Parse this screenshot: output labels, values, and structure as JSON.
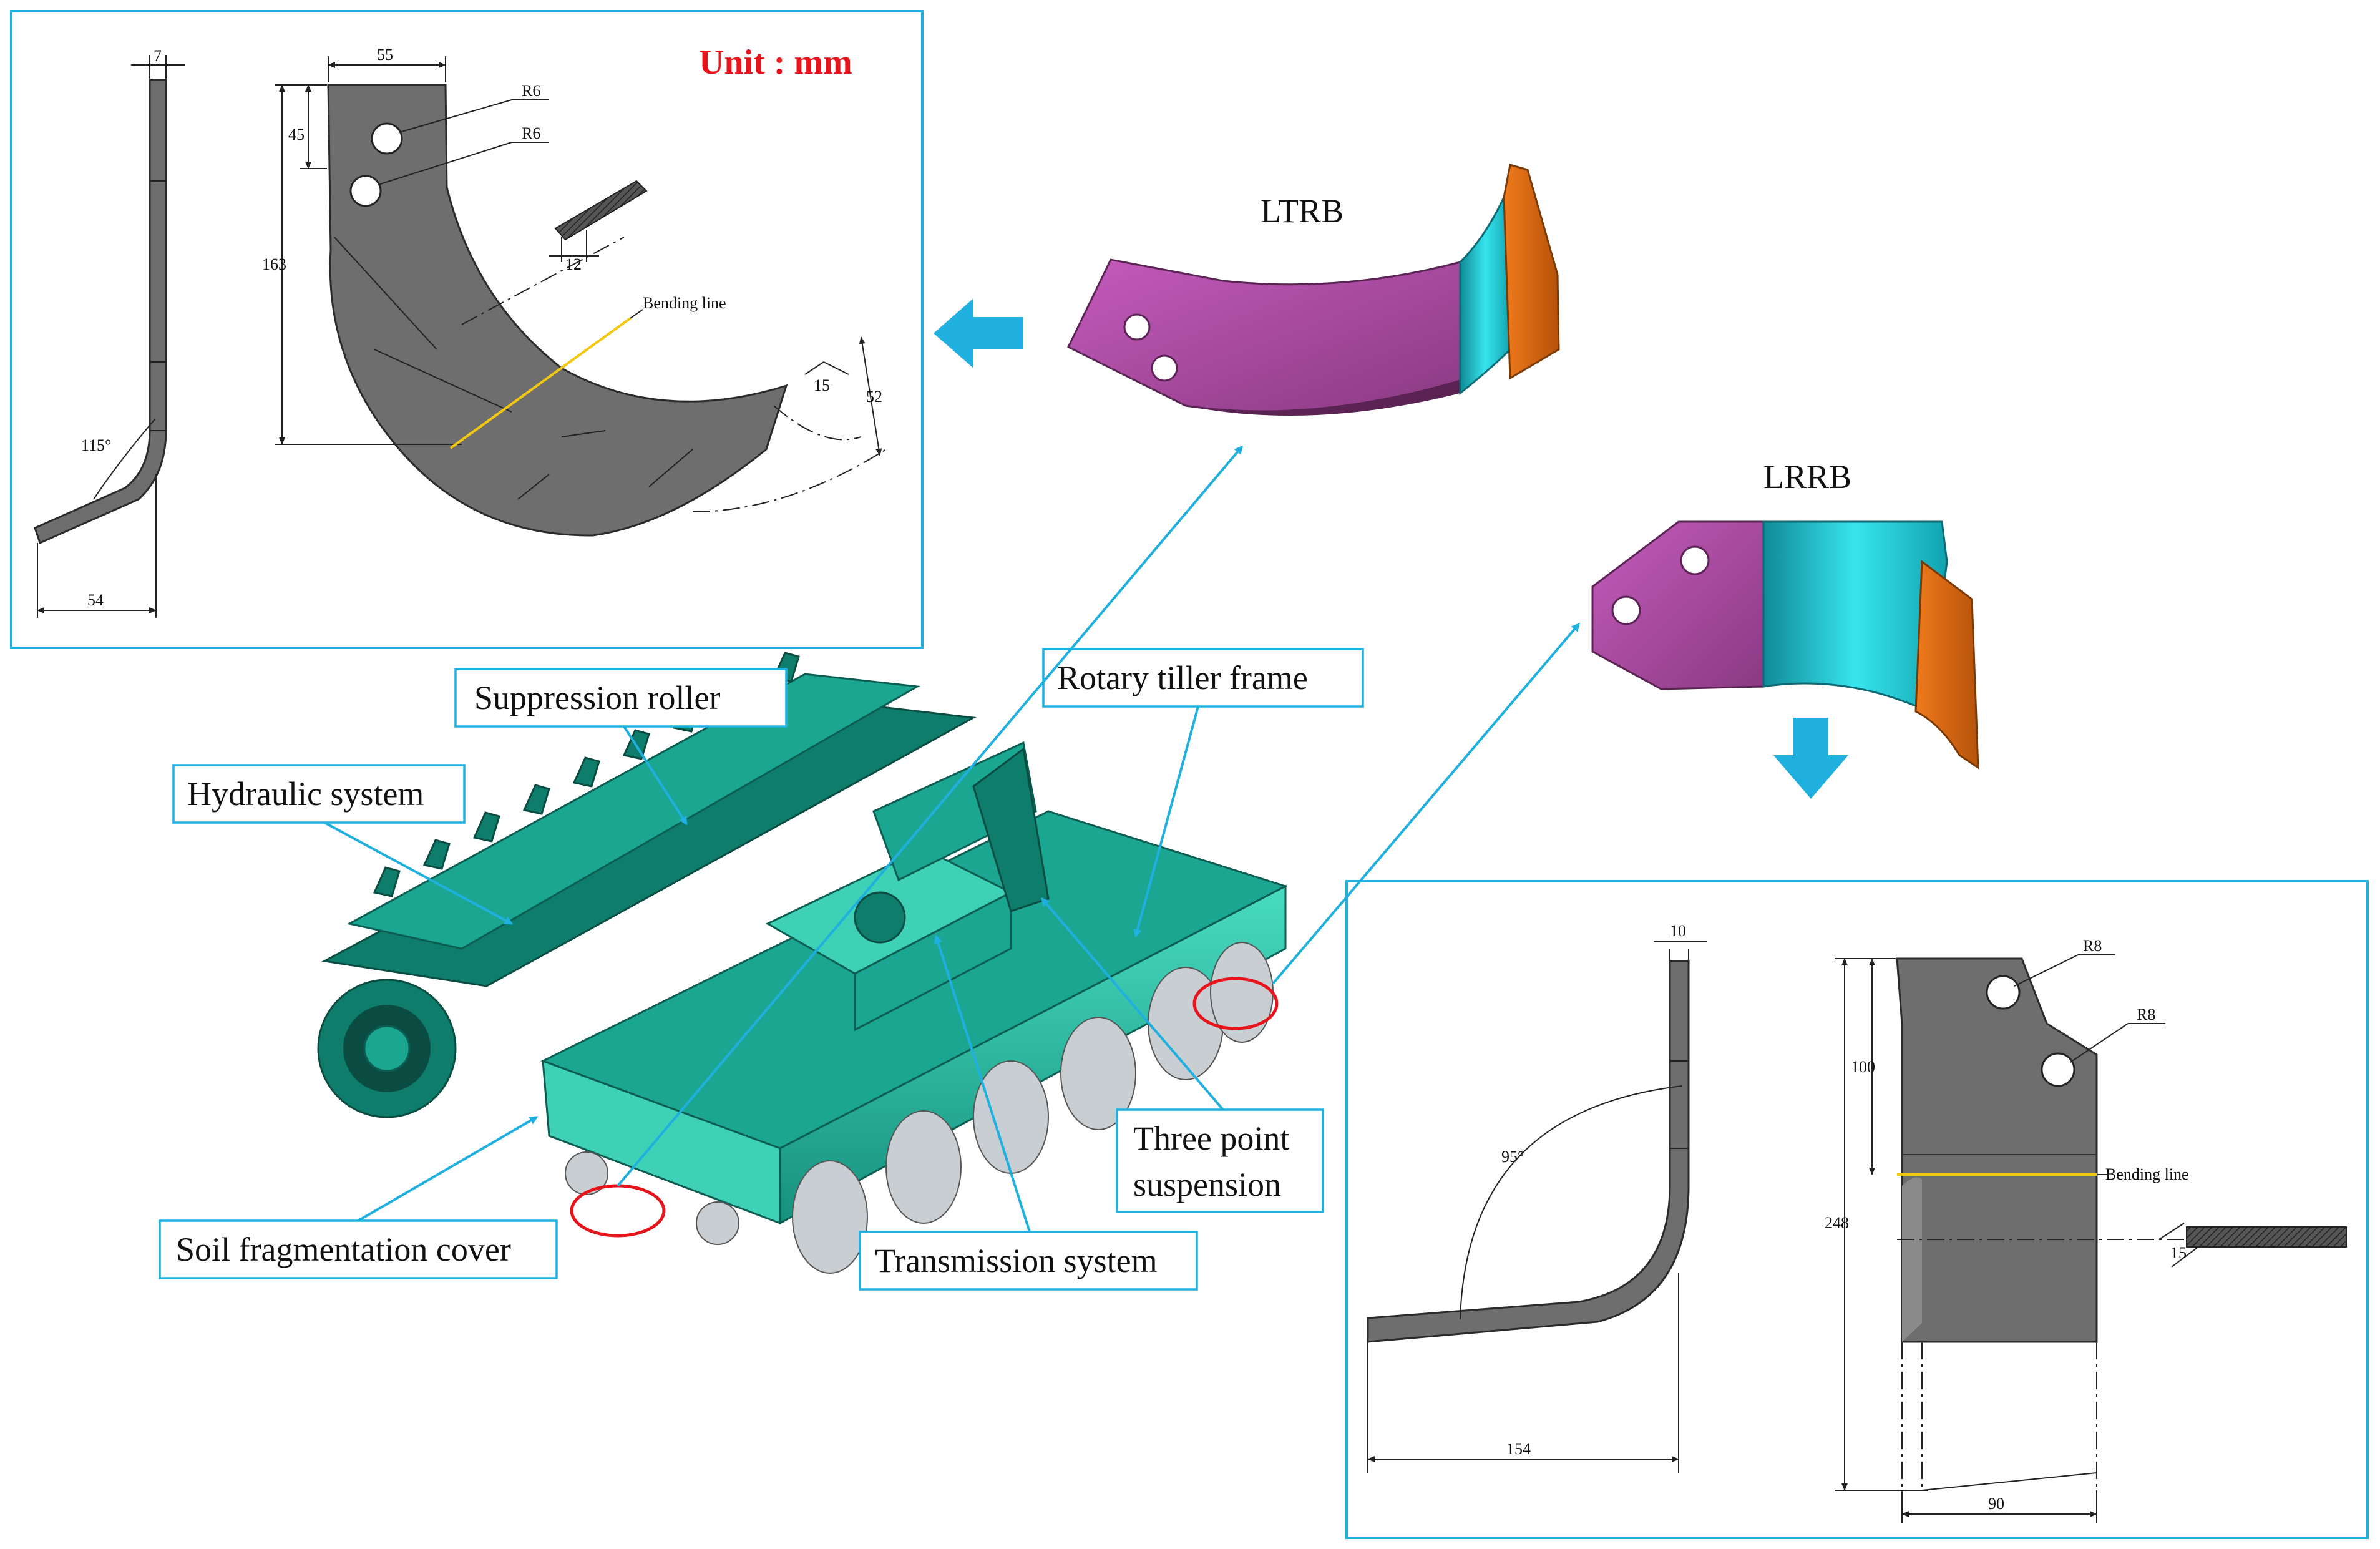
{
  "unit_label": "Unit : mm",
  "blade_top": {
    "name": "LTRB",
    "dims": {
      "d7": "7",
      "d55": "55",
      "d45": "45",
      "d163": "163",
      "d12": "12",
      "d15": "15",
      "d52": "52",
      "d54": "54",
      "angle": "115°"
    },
    "holes": [
      "R6",
      "R6"
    ],
    "bending_line": "Bending line"
  },
  "blade_bottom": {
    "name": "LRRB",
    "dims": {
      "d10": "10",
      "d100": "100",
      "d248": "248",
      "d15": "15",
      "d154": "154",
      "d90": "90",
      "angle": "95°"
    },
    "holes": [
      "R8",
      "R8"
    ],
    "bending_line": "Bending line"
  },
  "callouts": {
    "suppression_roller": "Suppression roller",
    "rotary_tiller_frame": "Rotary tiller frame",
    "hydraulic_system": "Hydraulic system",
    "three_point_line1": "Three point",
    "three_point_line2": "suspension",
    "soil_fragmentation_cover": "Soil fragmentation cover",
    "transmission_system": "Transmission system"
  },
  "colors": {
    "accent": "#1fb0e0",
    "unit_red": "#e8141c",
    "blade_purple": "#a2489a",
    "blade_cyan": "#19b6c4",
    "blade_orange": "#d9650e",
    "bending_yellow": "#f2c811",
    "machine_teal": "#1aa691"
  },
  "icons": [
    "arrow-left-icon",
    "arrow-down-icon",
    "highlight-ellipse-icon"
  ]
}
